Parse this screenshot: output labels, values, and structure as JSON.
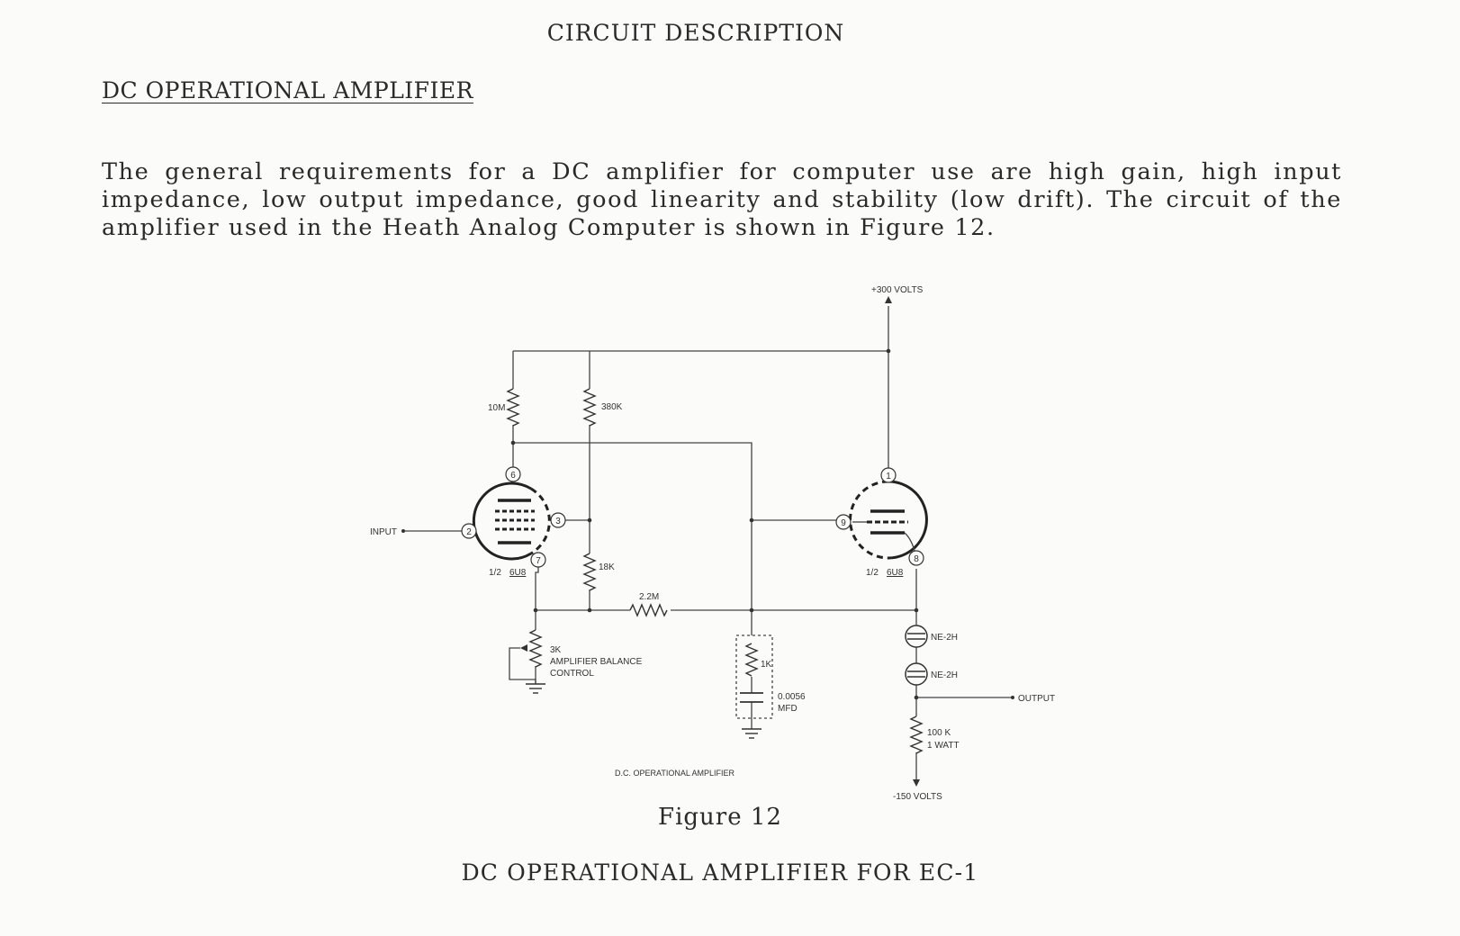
{
  "page_heading": "CIRCUIT DESCRIPTION",
  "section_heading": "DC OPERATIONAL AMPLIFIER",
  "intro_text": "The general requirements for a DC amplifier for computer use are high gain, high input impedance, low output impedance, good linearity and stability (low drift). The circuit of the amplifier used in the Heath Analog Computer is shown in Figure 12.",
  "schematic": {
    "supply_positive": "+300 VOLTS",
    "supply_negative": "-150 VOLTS",
    "input_label": "INPUT",
    "output_label": "OUTPUT",
    "resistor_10m": "10M",
    "resistor_380k": "380K",
    "resistor_18k": "18K",
    "resistor_22m": "2.2M",
    "resistor_3k": "3K",
    "balance_line1": "AMPLIFIER BALANCE",
    "balance_line2": "CONTROL",
    "resistor_1k": "1K",
    "capacitor_line1": "0.0056",
    "capacitor_line2": "MFD",
    "resistor_100k": "100 K",
    "resistor_100k_rating": "1 WATT",
    "neon_1": "NE-2H",
    "neon_2": "NE-2H",
    "tube_left_prefix": "1/2",
    "tube_left_type": "6U8",
    "tube_right_prefix": "1/2",
    "tube_right_type": "6U8",
    "pin_6": "6",
    "pin_2": "2",
    "pin_3": "3",
    "pin_7": "7",
    "pin_1": "1",
    "pin_9": "9",
    "pin_8": "8",
    "schematic_title": "D.C. OPERATIONAL AMPLIFIER"
  },
  "figure_label": "Figure 12",
  "figure_caption": "DC OPERATIONAL AMPLIFIER FOR EC-1",
  "colors": {
    "ink": "#2a2a2a",
    "paper": "#fbfbfa"
  }
}
